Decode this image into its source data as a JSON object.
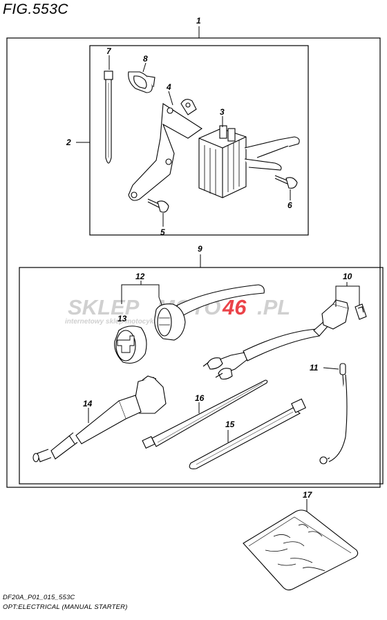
{
  "figure": {
    "title": "FIG.553C"
  },
  "callouts": {
    "p1": "1",
    "p2": "2",
    "p3": "3",
    "p4": "4",
    "p5": "5",
    "p6": "6",
    "p7": "7",
    "p8": "8",
    "p9": "9",
    "p10": "10",
    "p11": "11",
    "p12": "12",
    "p13": "13",
    "p14": "14",
    "p15": "15",
    "p16": "16",
    "p17": "17"
  },
  "watermark": {
    "brand_left": "SKLEP",
    "brand_mid": "MOTO",
    "brand_right": "46",
    "brand_tld": ".PL",
    "tagline": "internetowy sklep motocyklowy",
    "accent_color": "#e8232a",
    "gray_color": "#c8c8c8"
  },
  "footer": {
    "model_code": "DF20A_P01_015_553C",
    "description": "OPT:ELECTRICAL (MANUAL STARTER)"
  }
}
